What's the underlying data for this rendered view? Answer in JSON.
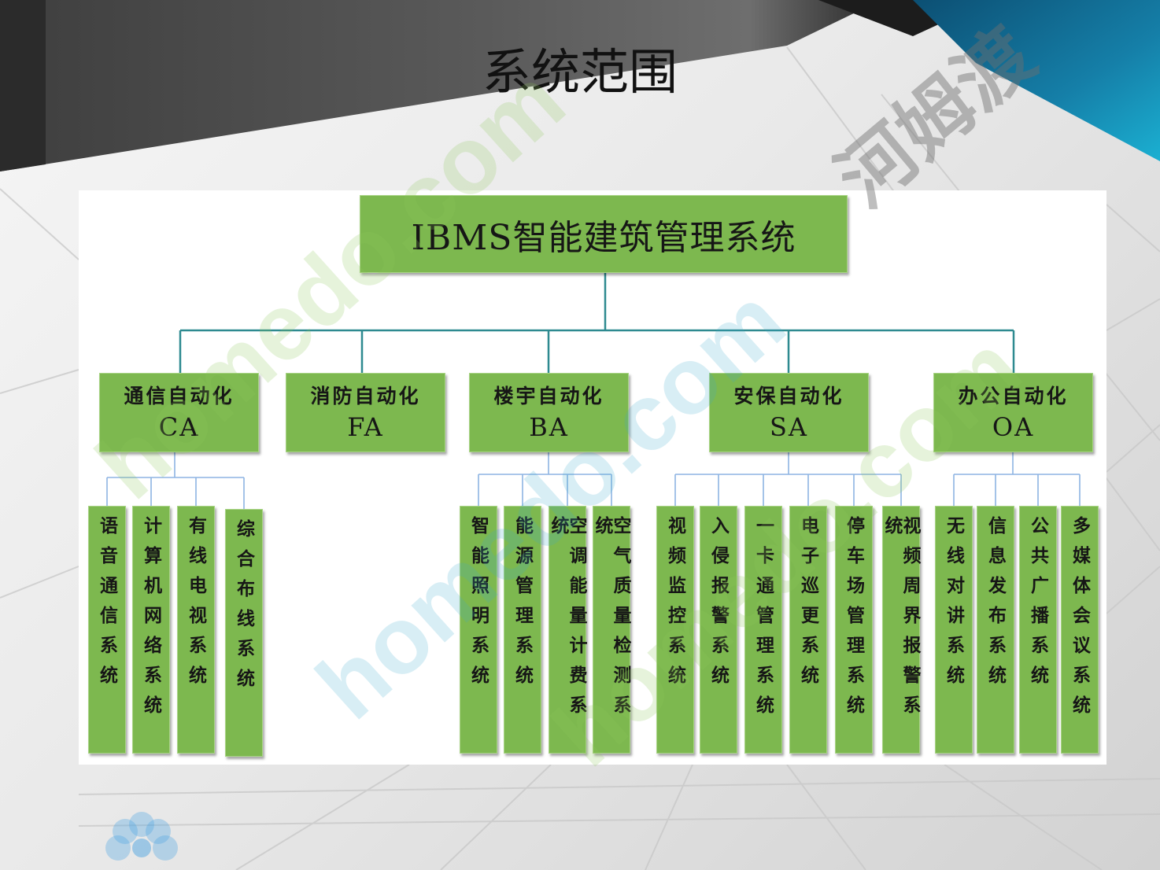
{
  "slide": {
    "title": "系统范围"
  },
  "diagram": {
    "root": "IBMS智能建筑管理系统",
    "categories": [
      {
        "name": "通信自动化",
        "code": "CA",
        "items": [
          "语音通信系统",
          "计算机网络系统",
          "有线电视系统",
          "综合布线系统"
        ]
      },
      {
        "name": "消防自动化",
        "code": "FA",
        "items": []
      },
      {
        "name": "楼宇自动化",
        "code": "BA",
        "items": [
          "智能照明系统",
          "能源管理系统",
          "空调能量计费系统",
          "空气质量检测系统"
        ]
      },
      {
        "name": "安保自动化",
        "code": "SA",
        "items": [
          "视频监控系统",
          "入侵报警系统",
          "一卡通管理系统",
          "电子巡更系统",
          "停车场管理系统",
          "视频周界报警系统"
        ]
      },
      {
        "name": "办公自动化",
        "code": "OA",
        "items": [
          "无线对讲系统",
          "信息发布系统",
          "公共广播系统",
          "多媒体会议系统"
        ]
      }
    ]
  },
  "watermark": {
    "site": "homedo.com",
    "brand": "河姆渡"
  },
  "colors": {
    "box_fill": "#7db84f",
    "connector_main": "#2e8a90",
    "connector_sub": "#8eb4e3",
    "header_gray": "#4a4a4a",
    "accent_blue": "#1aa3c8"
  }
}
